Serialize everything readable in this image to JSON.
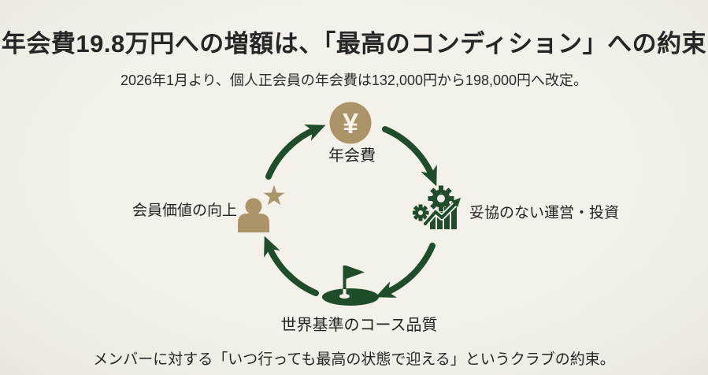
{
  "header": {
    "title": "年会費19.8万円への増額は、「最高のコンディション」への約束",
    "subtitle": "2026年1月より、個人正会員の年会費は132,000円から198,000円へ改定。"
  },
  "footer": {
    "text": "メンバーに対する「いつ行っても最高の状態で迎える」というクラブの約束。"
  },
  "cycle": {
    "direction": "clockwise",
    "nodes": [
      {
        "position": "top",
        "label": "年会費",
        "symbol": "¥",
        "icon": "yen-coin-icon"
      },
      {
        "position": "right",
        "label": "妥協のない運営・投資",
        "icon": "gears-growth-chart-icon"
      },
      {
        "position": "bottom",
        "label": "世界基準のコース品質",
        "icon": "golf-green-flag-icon"
      },
      {
        "position": "left",
        "label": "会員価値の向上",
        "icon": "member-star-icon"
      }
    ]
  },
  "colors": {
    "background": "#f1eee7",
    "accent_green": "#1f4d2b",
    "accent_gold": "#ab9468",
    "text": "#262624"
  }
}
